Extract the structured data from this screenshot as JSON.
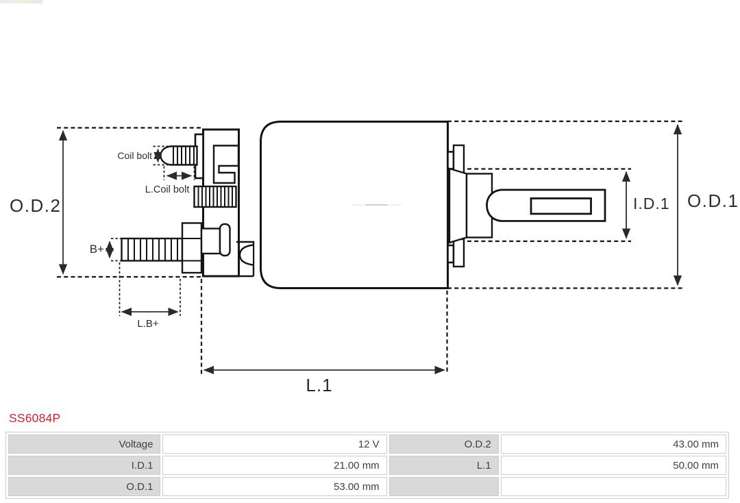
{
  "part": {
    "number": "SS6084P",
    "number_color": "#c4272e"
  },
  "diagram": {
    "labels": {
      "od2": "O.D.2",
      "od1": "O.D.1",
      "id1": "I.D.1",
      "l1": "L.1",
      "coil_bolt": "Coil bolt",
      "l_coil_bolt": "L.Coil bolt",
      "b_plus": "B+",
      "l_b_plus": "L.B+"
    }
  },
  "spec_table": {
    "label_cell_color": "#d9d9d9",
    "border_color": "#cccccc",
    "rows": [
      [
        {
          "label": "Voltage",
          "value": "12 V"
        },
        {
          "label": "O.D.2",
          "value": "43.00 mm"
        }
      ],
      [
        {
          "label": "I.D.1",
          "value": "21.00 mm"
        },
        {
          "label": "L.1",
          "value": "50.00 mm"
        }
      ],
      [
        {
          "label": "O.D.1",
          "value": "53.00 mm"
        },
        {
          "label": "",
          "value": ""
        }
      ]
    ]
  }
}
